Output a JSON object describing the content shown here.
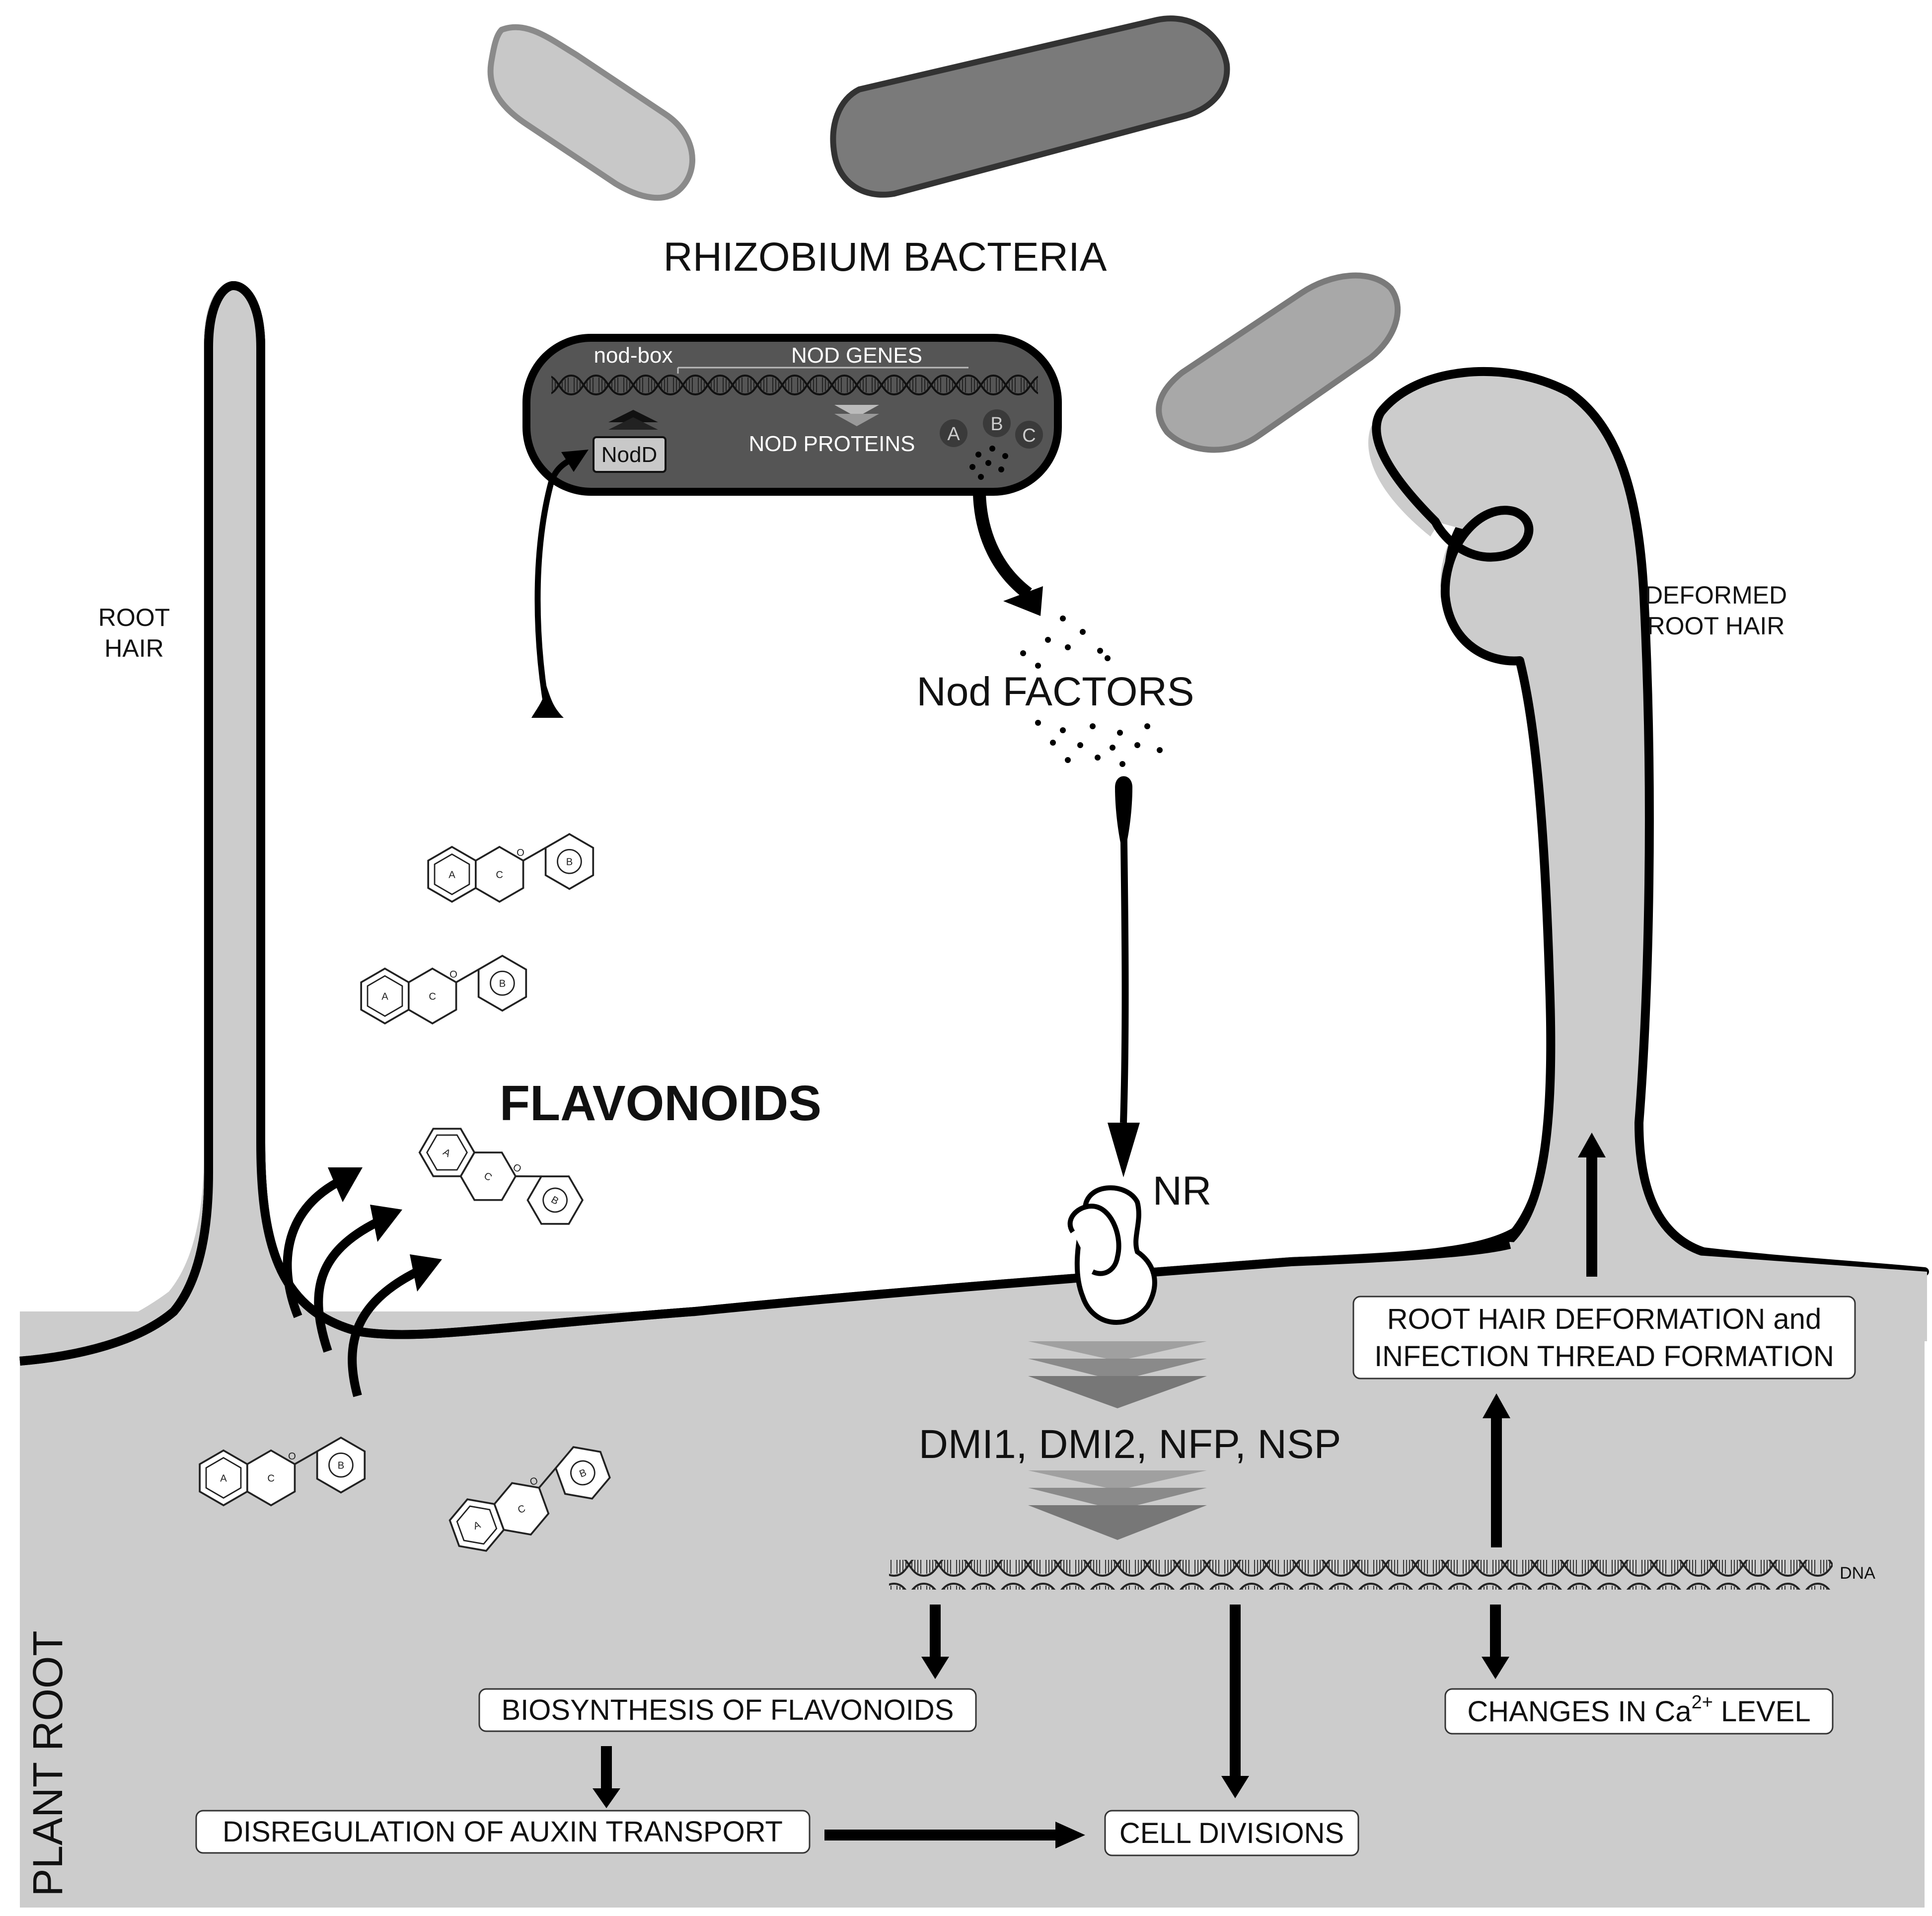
{
  "colors": {
    "root_fill": "#cccccc",
    "outline": "#000000",
    "bacterium_dark": "#555555",
    "bacterium_mid": "#7a7a7a",
    "bacterium_light": "#c8c8c8",
    "bacterium_mid_light": "#a8a8a8",
    "box_fill": "#ffffff"
  },
  "labels": {
    "rhizobium": "RHIZOBIUM BACTERIA",
    "root_hair_line1": "ROOT",
    "root_hair_line2": "HAIR",
    "deformed_line1": "DEFORMED",
    "deformed_line2": "ROOT HAIR",
    "flavonoids": "FLAVONOIDS",
    "nod_factors": "Nod FACTORS",
    "nr": "NR",
    "dmi": "DMI1, DMI2, NFP, NSP",
    "dna": "DNA",
    "plant_root": "PLANT ROOT"
  },
  "bacterium": {
    "nod_box": "nod-box",
    "nod_genes": "NOD GENES",
    "nod_proteins": "NOD PROTEINS",
    "nodd": "NodD",
    "protein_a": "A",
    "protein_b": "B",
    "protein_c": "C"
  },
  "ring_labels": {
    "a": "A",
    "b": "B",
    "c": "C",
    "o": "O"
  },
  "boxes": {
    "deformation_line1": "ROOT HAIR DEFORMATION and",
    "deformation_line2": "INFECTION THREAD FORMATION",
    "biosynthesis": "BIOSYNTHESIS OF FLAVONOIDS",
    "auxin": "DISREGULATION OF AUXIN TRANSPORT",
    "cell_divisions": "CELL DIVISIONS",
    "calcium_prefix": "CHANGES IN Ca",
    "calcium_sup": "2+",
    "calcium_suffix": "LEVEL"
  }
}
